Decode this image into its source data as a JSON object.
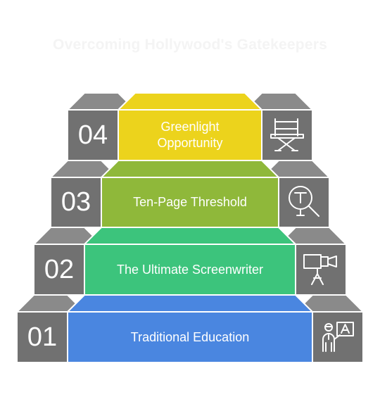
{
  "title": "Overcoming Hollywood's Gatekeepers",
  "steps": [
    {
      "number": "01",
      "label": "Traditional Education",
      "color": "#4a86e0",
      "icon": "teacher-icon"
    },
    {
      "number": "02",
      "label": "The Ultimate Screenwriter",
      "color": "#3cc47c",
      "icon": "video-camera-icon"
    },
    {
      "number": "03",
      "label": "Ten-Page Threshold",
      "color": "#8fb83a",
      "icon": "magnifier-text-icon"
    },
    {
      "number": "04",
      "label": "Greenlight Opportunity",
      "color": "#ecd31c",
      "icon": "director-chair-icon"
    }
  ],
  "colors": {
    "side": "#717171",
    "side_top": "#8a8a8a"
  }
}
